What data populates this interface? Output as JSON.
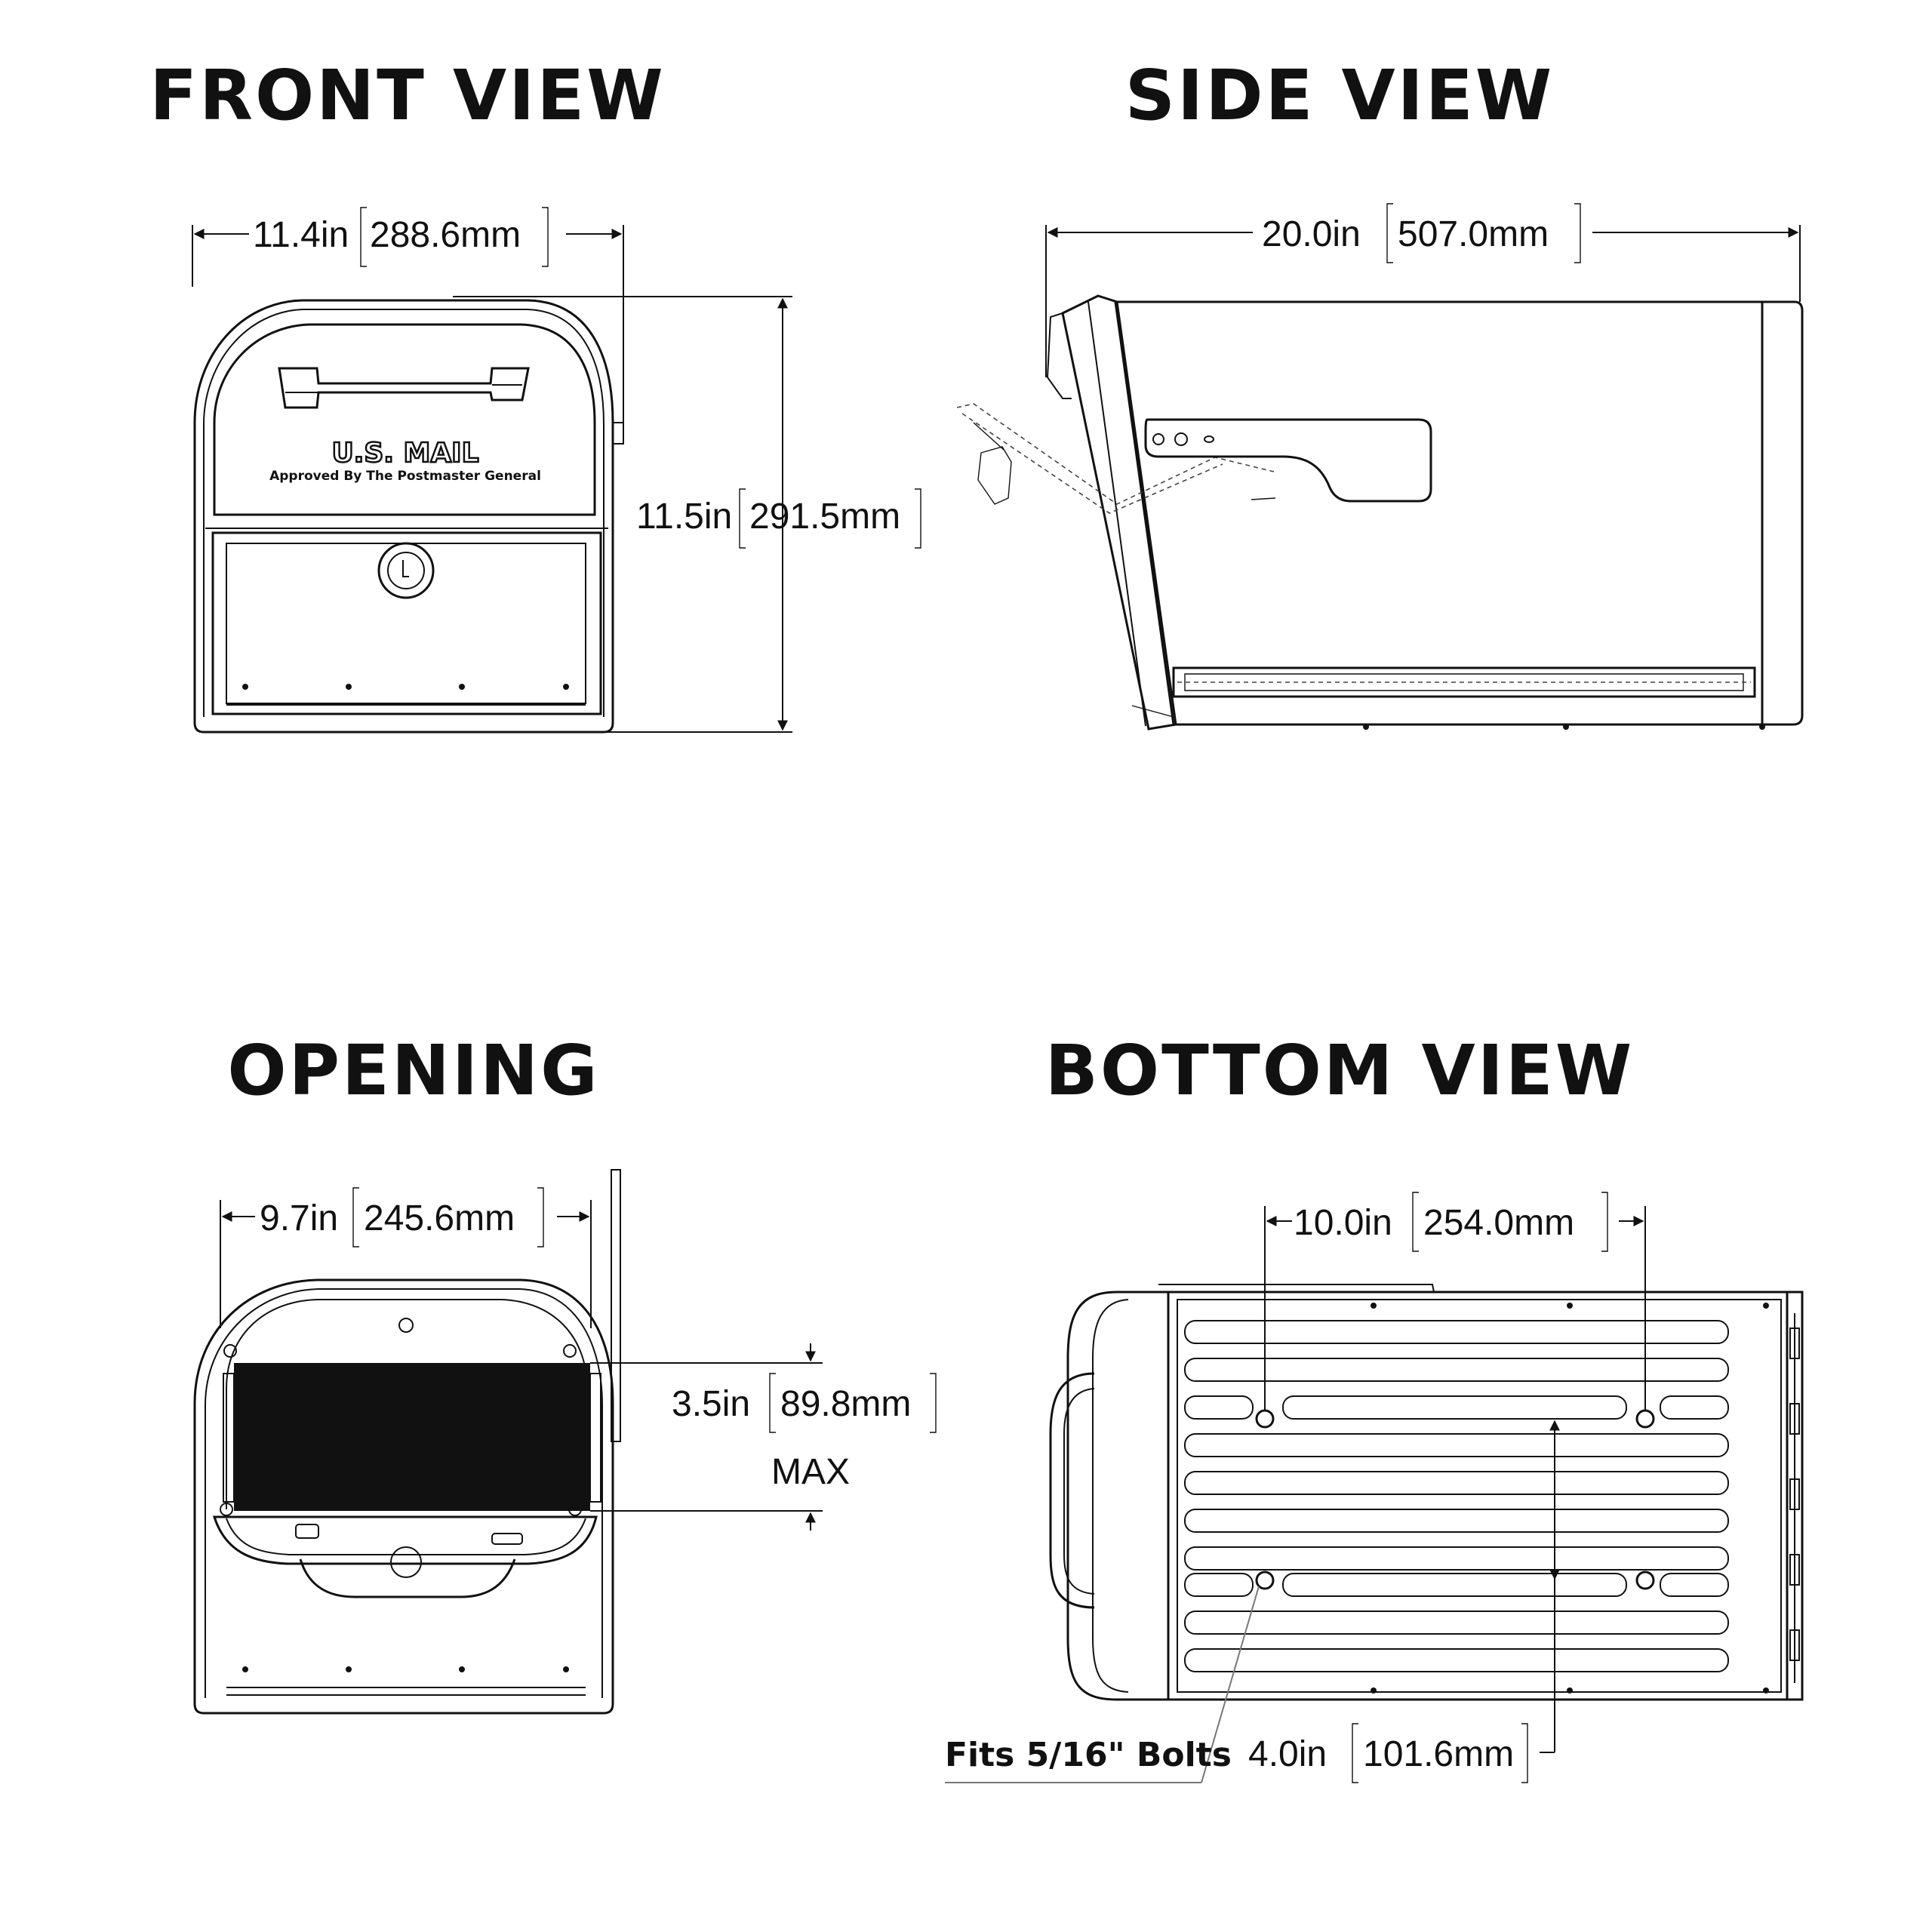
{
  "titles": {
    "front": "FRONT VIEW",
    "side": "SIDE VIEW",
    "opening": "OPENING",
    "bottom": "BOTTOM VIEW"
  },
  "front_view": {
    "width_in": "11.4in",
    "width_mm": "288.6mm",
    "height_in": "11.5in",
    "height_mm": "291.5mm",
    "stamp_main": "U.S. MAIL",
    "stamp_sub": "Approved By The Postmaster General"
  },
  "side_view": {
    "length_in": "20.0in",
    "length_mm": "507.0mm"
  },
  "opening": {
    "width_in": "9.7in",
    "width_mm": "245.6mm",
    "height_in": "3.5in",
    "height_mm": "89.8mm",
    "max_label": "MAX"
  },
  "bottom_view": {
    "bolt_spacing_in": "10.0in",
    "bolt_spacing_mm": "254.0mm",
    "row_spacing_in": "4.0in",
    "row_spacing_mm": "101.6mm",
    "bolt_note": "Fits 5/16\" Bolts"
  },
  "colors": {
    "ink": "#111111",
    "background": "#ffffff"
  }
}
